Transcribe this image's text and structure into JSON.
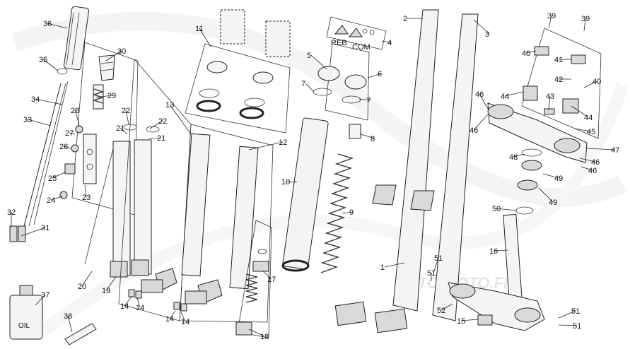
{
  "watermark": {
    "site_text": "FOTO MOTO.FR"
  },
  "labels": {
    "oil": "OIL",
    "reb": "REB",
    "com": "COM"
  },
  "callouts": [
    "36",
    "35",
    "34",
    "33",
    "32",
    "31",
    "30",
    "29",
    "28",
    "27",
    "26",
    "25",
    "24",
    "23",
    "22",
    "21",
    "22",
    "21",
    "20",
    "19",
    "14",
    "14",
    "13",
    "11",
    "12",
    "14",
    "14",
    "17",
    "18",
    "10",
    "9",
    "8",
    "7",
    "7",
    "6",
    "5",
    "4",
    "2",
    "3",
    "1",
    "39",
    "39",
    "40",
    "41",
    "42",
    "40",
    "43",
    "44",
    "44",
    "46",
    "46",
    "45",
    "47",
    "48",
    "49",
    "49",
    "46",
    "46",
    "50",
    "16",
    "51",
    "51",
    "52",
    "15",
    "51",
    "51",
    "37",
    "38"
  ]
}
